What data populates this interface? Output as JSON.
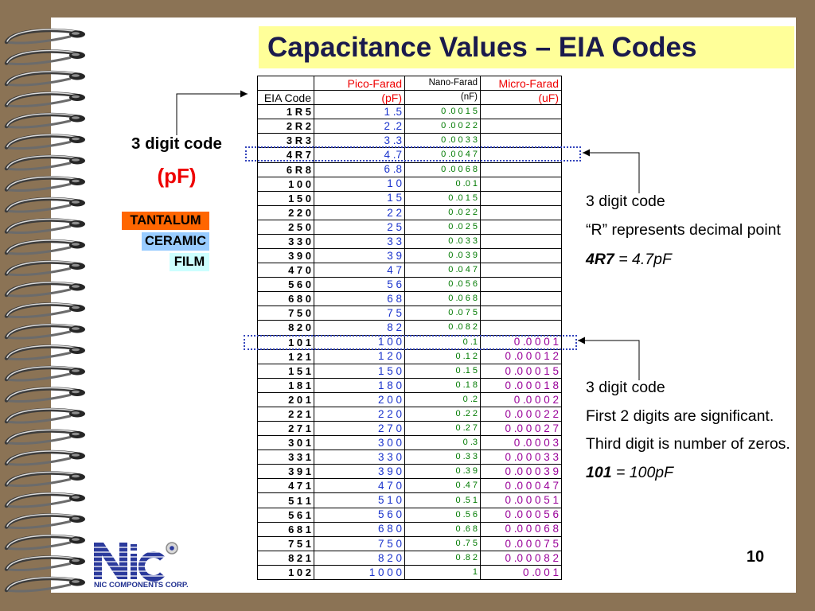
{
  "slide": {
    "title": "Capacitance Values – EIA Codes",
    "page_number": "10"
  },
  "left_panel": {
    "code_label": "3 digit code",
    "unit_label": "(pF)",
    "capacitor_types": [
      {
        "label": "TANTALUM",
        "color": "#ff6600"
      },
      {
        "label": "CERAMIC",
        "color": "#99ccff"
      },
      {
        "label": "FILM",
        "color": "#ccffff"
      }
    ]
  },
  "table": {
    "header_names": [
      "",
      "Pico-Farad",
      "Nano-Farad",
      "Micro-Farad"
    ],
    "header_units": [
      "EIA Code",
      "(pF)",
      "(nF)",
      "(uF)"
    ],
    "rows": [
      [
        "1 R 5",
        "1 .5",
        "0 .0 0 1 5",
        ""
      ],
      [
        "2 R 2",
        "2 .2",
        "0 .0 0 2 2",
        ""
      ],
      [
        "3 R 3",
        "3 .3",
        "0 .0 0 3 3",
        ""
      ],
      [
        "4 R 7",
        "4 .7",
        "0 .0 0 4 7",
        ""
      ],
      [
        "6 R 8",
        "6 .8",
        "0 .0 0 6 8",
        ""
      ],
      [
        "1 0 0",
        "1 0",
        "0 .0 1",
        ""
      ],
      [
        "1 5 0",
        "1 5",
        "0 .0 1 5",
        ""
      ],
      [
        "2 2 0",
        "2 2",
        "0 .0 2 2",
        ""
      ],
      [
        "2 5 0",
        "2 5",
        "0 .0 2 5",
        ""
      ],
      [
        "3 3 0",
        "3 3",
        "0 .0 3 3",
        ""
      ],
      [
        "3 9 0",
        "3 9",
        "0 .0 3 9",
        ""
      ],
      [
        "4 7 0",
        "4 7",
        "0 .0 4 7",
        ""
      ],
      [
        "5 6 0",
        "5 6",
        "0 .0 5 6",
        ""
      ],
      [
        "6 8 0",
        "6 8",
        "0 .0 6 8",
        ""
      ],
      [
        "7 5 0",
        "7 5",
        "0 .0 7 5",
        ""
      ],
      [
        "8 2 0",
        "8 2",
        "0 .0 8 2",
        ""
      ],
      [
        "1 0 1",
        "1 0 0",
        "0 .1",
        "0 .0 0 0 1"
      ],
      [
        "1 2 1",
        "1 2 0",
        "0 .1 2",
        "0 .0 0 0 1 2"
      ],
      [
        "1 5 1",
        "1 5 0",
        "0 .1 5",
        "0 .0 0 0 1 5"
      ],
      [
        "1 8 1",
        "1 8 0",
        "0 .1 8",
        "0 .0 0 0 1 8"
      ],
      [
        "2 0 1",
        "2 0 0",
        "0 .2",
        "0 .0 0 0 2"
      ],
      [
        "2 2 1",
        "2 2 0",
        "0 .2 2",
        "0 .0 0 0 2 2"
      ],
      [
        "2 7 1",
        "2 7 0",
        "0 .2 7",
        "0 .0 0 0 2 7"
      ],
      [
        "3 0 1",
        "3 0 0",
        "0 .3",
        "0 .0 0 0 3"
      ],
      [
        "3 3 1",
        "3 3 0",
        "0 .3 3",
        "0 .0 0 0 3 3"
      ],
      [
        "3 9 1",
        "3 9 0",
        "0 .3 9",
        "0 .0 0 0 3 9"
      ],
      [
        "4 7 1",
        "4 7 0",
        "0 .4 7",
        "0 .0 0 0 4 7"
      ],
      [
        "5 1 1",
        "5 1 0",
        "0 .5 1",
        "0 .0 0 0 5 1"
      ],
      [
        "5 6 1",
        "5 6 0",
        "0 .5 6",
        "0 .0 0 0 5 6"
      ],
      [
        "6 8 1",
        "6 8 0",
        "0 .6 8",
        "0 .0 0 0 6 8"
      ],
      [
        "7 5 1",
        "7 5 0",
        "0 .7 5",
        "0 .0 0 0 7 5"
      ],
      [
        "8 2 1",
        "8 2 0",
        "0 .8 2",
        "0 .0 0 0 8 2"
      ],
      [
        "1 0 2",
        "1 0 0 0",
        "1",
        "0 .0 0 1"
      ]
    ]
  },
  "notes": {
    "decimal_point": {
      "heading": "3 digit code",
      "rule": "“R” represents decimal point",
      "example_code": "4R7",
      "example_result": "= 4.7pF"
    },
    "multiplier": {
      "heading": "3 digit code",
      "rule_1": "First 2 digits are significant.",
      "rule_2": "Third digit is number of zeros.",
      "example_code": "101",
      "example_result": "= 100pF"
    }
  },
  "logo": {
    "company": "NIC COMPONENTS CORP."
  },
  "colors": {
    "background": "#8b7355",
    "title_bg": "#ffff99",
    "title_text": "#1a1a4d",
    "pico": "#1a33cc",
    "nano": "#007a00",
    "micro": "#990099",
    "red": "#ee0000",
    "highlight": "#3344bb"
  }
}
